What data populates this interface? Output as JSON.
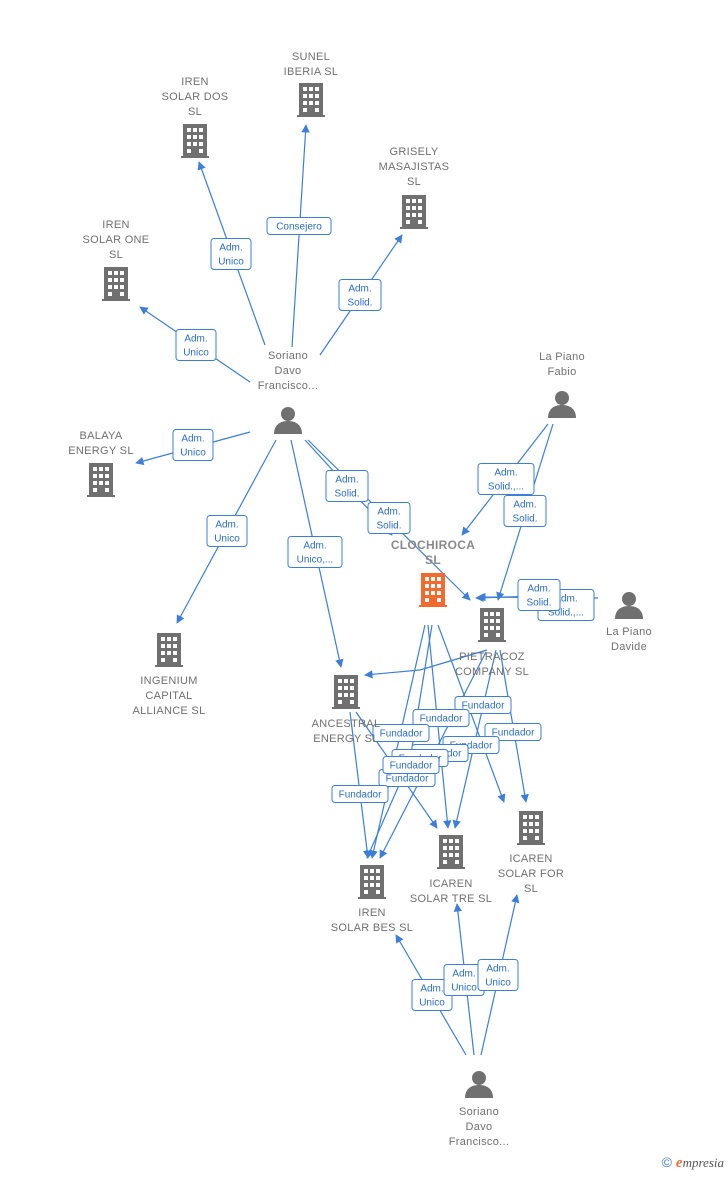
{
  "colors": {
    "edge": "#3d7fd8",
    "node_gray": "#707070",
    "node_main": "#f26a2e"
  },
  "nodes": [
    {
      "id": "sunel",
      "type": "company-icon",
      "lines": [
        "SUNEL",
        "IBERIA  SL"
      ]
    },
    {
      "id": "iren_dos",
      "type": "company-icon",
      "lines": [
        "IREN",
        "SOLAR DOS",
        "SL"
      ]
    },
    {
      "id": "grisely",
      "type": "company-icon",
      "lines": [
        "GRISELY",
        "MASAJISTAS",
        "SL"
      ]
    },
    {
      "id": "iren_one",
      "type": "company-icon",
      "lines": [
        "IREN",
        "SOLAR ONE",
        "SL"
      ]
    },
    {
      "id": "soriano_top",
      "type": "person-icon",
      "lines": [
        "Soriano",
        "Davo",
        "Francisco..."
      ]
    },
    {
      "id": "la_piano_fabio",
      "type": "person-icon",
      "lines": [
        "La Piano",
        "Fabio"
      ]
    },
    {
      "id": "balaya",
      "type": "company-icon",
      "lines": [
        "BALAYA",
        "ENERGY  SL"
      ]
    },
    {
      "id": "clochiroca",
      "type": "company-icon",
      "main": true,
      "lines": [
        "CLOCHIROCA",
        "SL"
      ]
    },
    {
      "id": "pietracoz",
      "type": "company-icon",
      "lines": [
        "PIETRACOZ",
        "COMPANY  SL"
      ]
    },
    {
      "id": "la_piano_davide",
      "type": "person-icon",
      "lines": [
        "La Piano",
        "Davide"
      ]
    },
    {
      "id": "ingenium",
      "type": "company-icon",
      "lines": [
        "INGENIUM",
        "CAPITAL",
        "ALLIANCE  SL"
      ]
    },
    {
      "id": "ancestral",
      "type": "company-icon",
      "lines": [
        "ANCESTRAL",
        "ENERGY SL"
      ]
    },
    {
      "id": "icaren_for",
      "type": "company-icon",
      "lines": [
        "ICAREN",
        "SOLAR FOR",
        "SL"
      ]
    },
    {
      "id": "icaren_tre",
      "type": "company-icon",
      "lines": [
        "ICAREN",
        "SOLAR TRE  SL"
      ]
    },
    {
      "id": "iren_bes",
      "type": "company-icon",
      "lines": [
        "IREN",
        "SOLAR BES  SL"
      ]
    },
    {
      "id": "soriano_bottom",
      "type": "person-icon",
      "lines": [
        "Soriano",
        "Davo",
        "Francisco..."
      ]
    }
  ],
  "edges": [
    {
      "from": "soriano_top",
      "to": "sunel",
      "lines": [
        "Consejero"
      ]
    },
    {
      "from": "soriano_top",
      "to": "iren_dos",
      "lines": [
        "Adm.",
        "Unico"
      ]
    },
    {
      "from": "soriano_top",
      "to": "grisely",
      "lines": [
        "Adm.",
        "Solid."
      ]
    },
    {
      "from": "soriano_top",
      "to": "iren_one",
      "lines": [
        "Adm.",
        "Unico"
      ]
    },
    {
      "from": "soriano_top",
      "to": "balaya",
      "lines": [
        "Adm.",
        "Unico"
      ]
    },
    {
      "from": "soriano_top",
      "to": "ingenium",
      "lines": [
        "Adm.",
        "Unico"
      ]
    },
    {
      "from": "soriano_top",
      "to": "ancestral",
      "lines": [
        "Adm.",
        "Unico,..."
      ]
    },
    {
      "from": "soriano_top",
      "to": "clochiroca",
      "lines": [
        "Adm.",
        "Solid."
      ]
    },
    {
      "from": "soriano_top",
      "to": "pietracoz",
      "lines": [
        "Adm.",
        "Solid."
      ]
    },
    {
      "from": "la_piano_fabio",
      "to": "clochiroca",
      "lines": [
        "Adm.",
        "Solid.,..."
      ]
    },
    {
      "from": "la_piano_fabio",
      "to": "pietracoz",
      "lines": [
        "Adm.",
        "Solid."
      ]
    },
    {
      "from": "la_piano_davide",
      "to": "pietracoz",
      "lines": [
        "Adm.",
        "Solid.,..."
      ]
    },
    {
      "from": "la_piano_davide",
      "to": "clochiroca",
      "lines": [
        "Adm.",
        "Solid."
      ]
    },
    {
      "from": "pietracoz",
      "to": "icaren_for",
      "lines": [
        "Fundador"
      ]
    },
    {
      "from": "clochiroca",
      "to": "icaren_for",
      "lines": [
        "Fundador"
      ]
    },
    {
      "from": "pietracoz",
      "to": "icaren_tre",
      "lines": [
        "Fundador"
      ]
    },
    {
      "from": "clochiroca",
      "to": "icaren_tre",
      "lines": [
        "Fundador"
      ]
    },
    {
      "from": "pietracoz",
      "to": "iren_bes",
      "lines": [
        "Fundador"
      ]
    },
    {
      "from": "clochiroca",
      "to": "iren_bes",
      "lines": [
        "Fundador"
      ]
    },
    {
      "from": "pietracoz",
      "to": "ancestral",
      "lines": [
        "Fundador"
      ]
    },
    {
      "from": "clochiroca",
      "to": "ancestral",
      "lines": [
        "Fundador"
      ]
    },
    {
      "from": "ancestral",
      "to": "iren_bes",
      "lines": [
        "Fundador"
      ]
    },
    {
      "from": "ancestral",
      "to": "icaren_tre",
      "lines": [
        "Fundador"
      ]
    },
    {
      "from": "soriano_bottom",
      "to": "iren_bes",
      "lines": [
        "Adm.",
        "Unico"
      ]
    },
    {
      "from": "soriano_bottom",
      "to": "icaren_tre",
      "lines": [
        "Adm.",
        "Unico"
      ]
    },
    {
      "from": "soriano_bottom",
      "to": "icaren_for",
      "lines": [
        "Adm.",
        "Unico"
      ]
    }
  ],
  "brand": {
    "copyright": "©",
    "initial": "e",
    "rest": "mpresia"
  }
}
